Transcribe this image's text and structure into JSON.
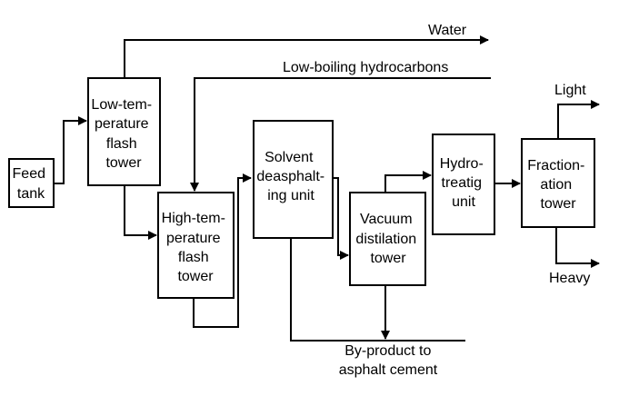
{
  "diagram": {
    "units": {
      "feed_tank": [
        "Feed",
        "tank"
      ],
      "low_temp_flash": [
        "Low-tem-",
        "perature",
        "flash",
        "tower"
      ],
      "high_temp_flash": [
        "High-tem-",
        "perature",
        "flash",
        "tower"
      ],
      "solvent_deasphalting": [
        "Solvent",
        "deasphalt-",
        "ing unit"
      ],
      "vacuum_distillation": [
        "Vacuum",
        "distilation",
        "tower"
      ],
      "hydrotreating": [
        "Hydro-",
        "treatig",
        "unit"
      ],
      "fractionation": [
        "Fraction-",
        "ation",
        "tower"
      ]
    },
    "streams": {
      "water": "Water",
      "low_boiling": "Low-boiling hydrocarbons",
      "light": "Light",
      "heavy": "Heavy",
      "byproduct": [
        "By-product to",
        "asphalt cement"
      ]
    }
  }
}
